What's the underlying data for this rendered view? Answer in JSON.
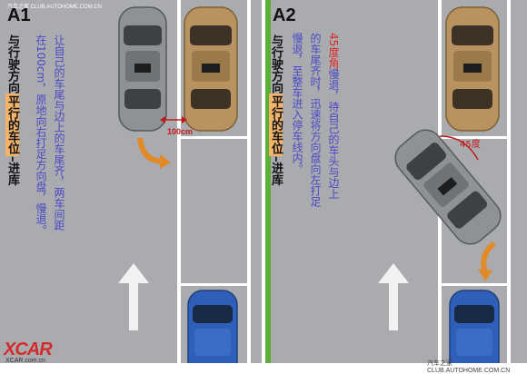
{
  "panels": [
    {
      "id": "A1",
      "title": "A1",
      "watermark": "汽车之家 CLUB.AUTOHOME.COM.CN",
      "rule_prefix": "与行驶方向",
      "rule_highlight": "平行的车位",
      "rule_suffix": "–进库",
      "instr_col1": "让自己的车尾与边上的车尾齐，两车间距",
      "instr_col2_a": "在100cm",
      "instr_col2_b": "，原地向右打足方向盘，慢退。",
      "measure": "100cm"
    },
    {
      "id": "A2",
      "title": "A2",
      "rule_prefix": "与行驶方向",
      "rule_highlight": "平行的车位",
      "rule_suffix": "–进库",
      "instr_col1_red": "45度角",
      "instr_col1_rest": "慢退，待自己的车头与边上",
      "instr_col2": "的车尾齐时，迅速将方向盘向左打足",
      "instr_col3": "慢退，至整车进入停车线内。",
      "angle": "45度"
    }
  ],
  "logo_text": "XCAR",
  "logo_sub": "XCAR.com.cn",
  "footer_watermark": "汽车之家 CLUB.AUTOHOME.COM.CN",
  "colors": {
    "road": "#a9abaf",
    "grass": "#5db03a",
    "gray_car": "#8d9297",
    "gold_car": "#b8935f",
    "blue_car": "#2f5fb8",
    "arrow": "#e08a2a",
    "instruction_blue": "#4c49c4",
    "red": "#e02828"
  }
}
